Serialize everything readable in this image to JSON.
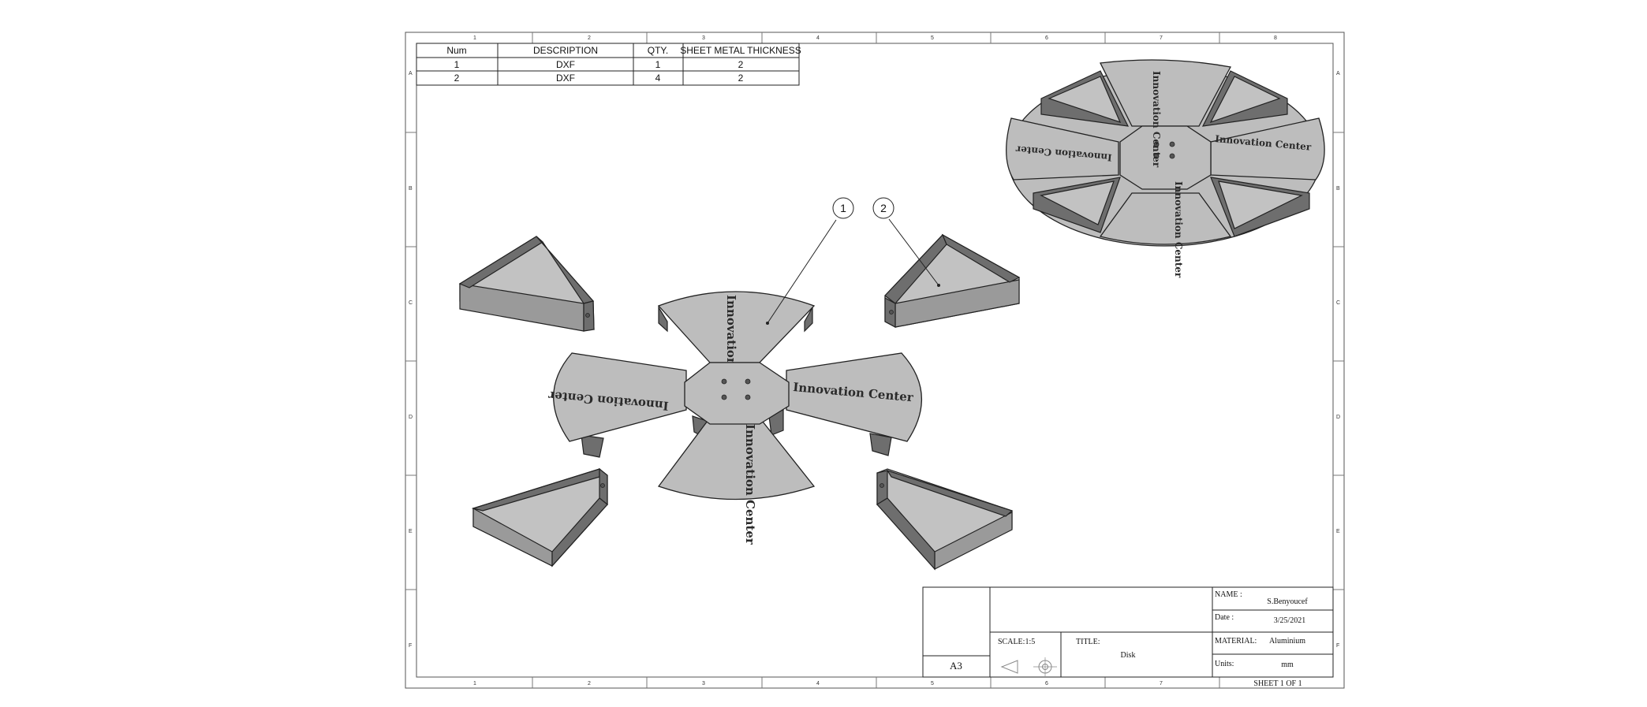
{
  "border": {
    "column_labels": [
      "1",
      "2",
      "3",
      "4",
      "5",
      "6",
      "7",
      "8"
    ],
    "row_labels": [
      "A",
      "B",
      "C",
      "D",
      "E",
      "F"
    ]
  },
  "bom": {
    "headers": [
      "Num",
      "DESCRIPTION",
      "QTY.",
      "SHEET METAL THICKNESS"
    ],
    "rows": [
      [
        "1",
        "DXF",
        "1",
        "2"
      ],
      [
        "2",
        "DXF",
        "4",
        "2"
      ]
    ]
  },
  "balloons": [
    "1",
    "2"
  ],
  "engraving": "Innovation Center",
  "title_block": {
    "name_label": "NAME :",
    "name_value": "S.Benyoucef",
    "date_label": "Date :",
    "date_value": "3/25/2021",
    "scale": "SCALE:1:5",
    "title_label": "TITLE:",
    "title_value": "Disk",
    "material_label": "MATERIAL:",
    "material_value": "Aluminium",
    "units_label": "Units:",
    "units_value": "mm",
    "size": "A3",
    "sheet": "SHEET 1 OF 1"
  },
  "colors": {
    "plate": "#bdbdbd",
    "wall_dark": "#6e6e6e",
    "line": "#222222"
  }
}
